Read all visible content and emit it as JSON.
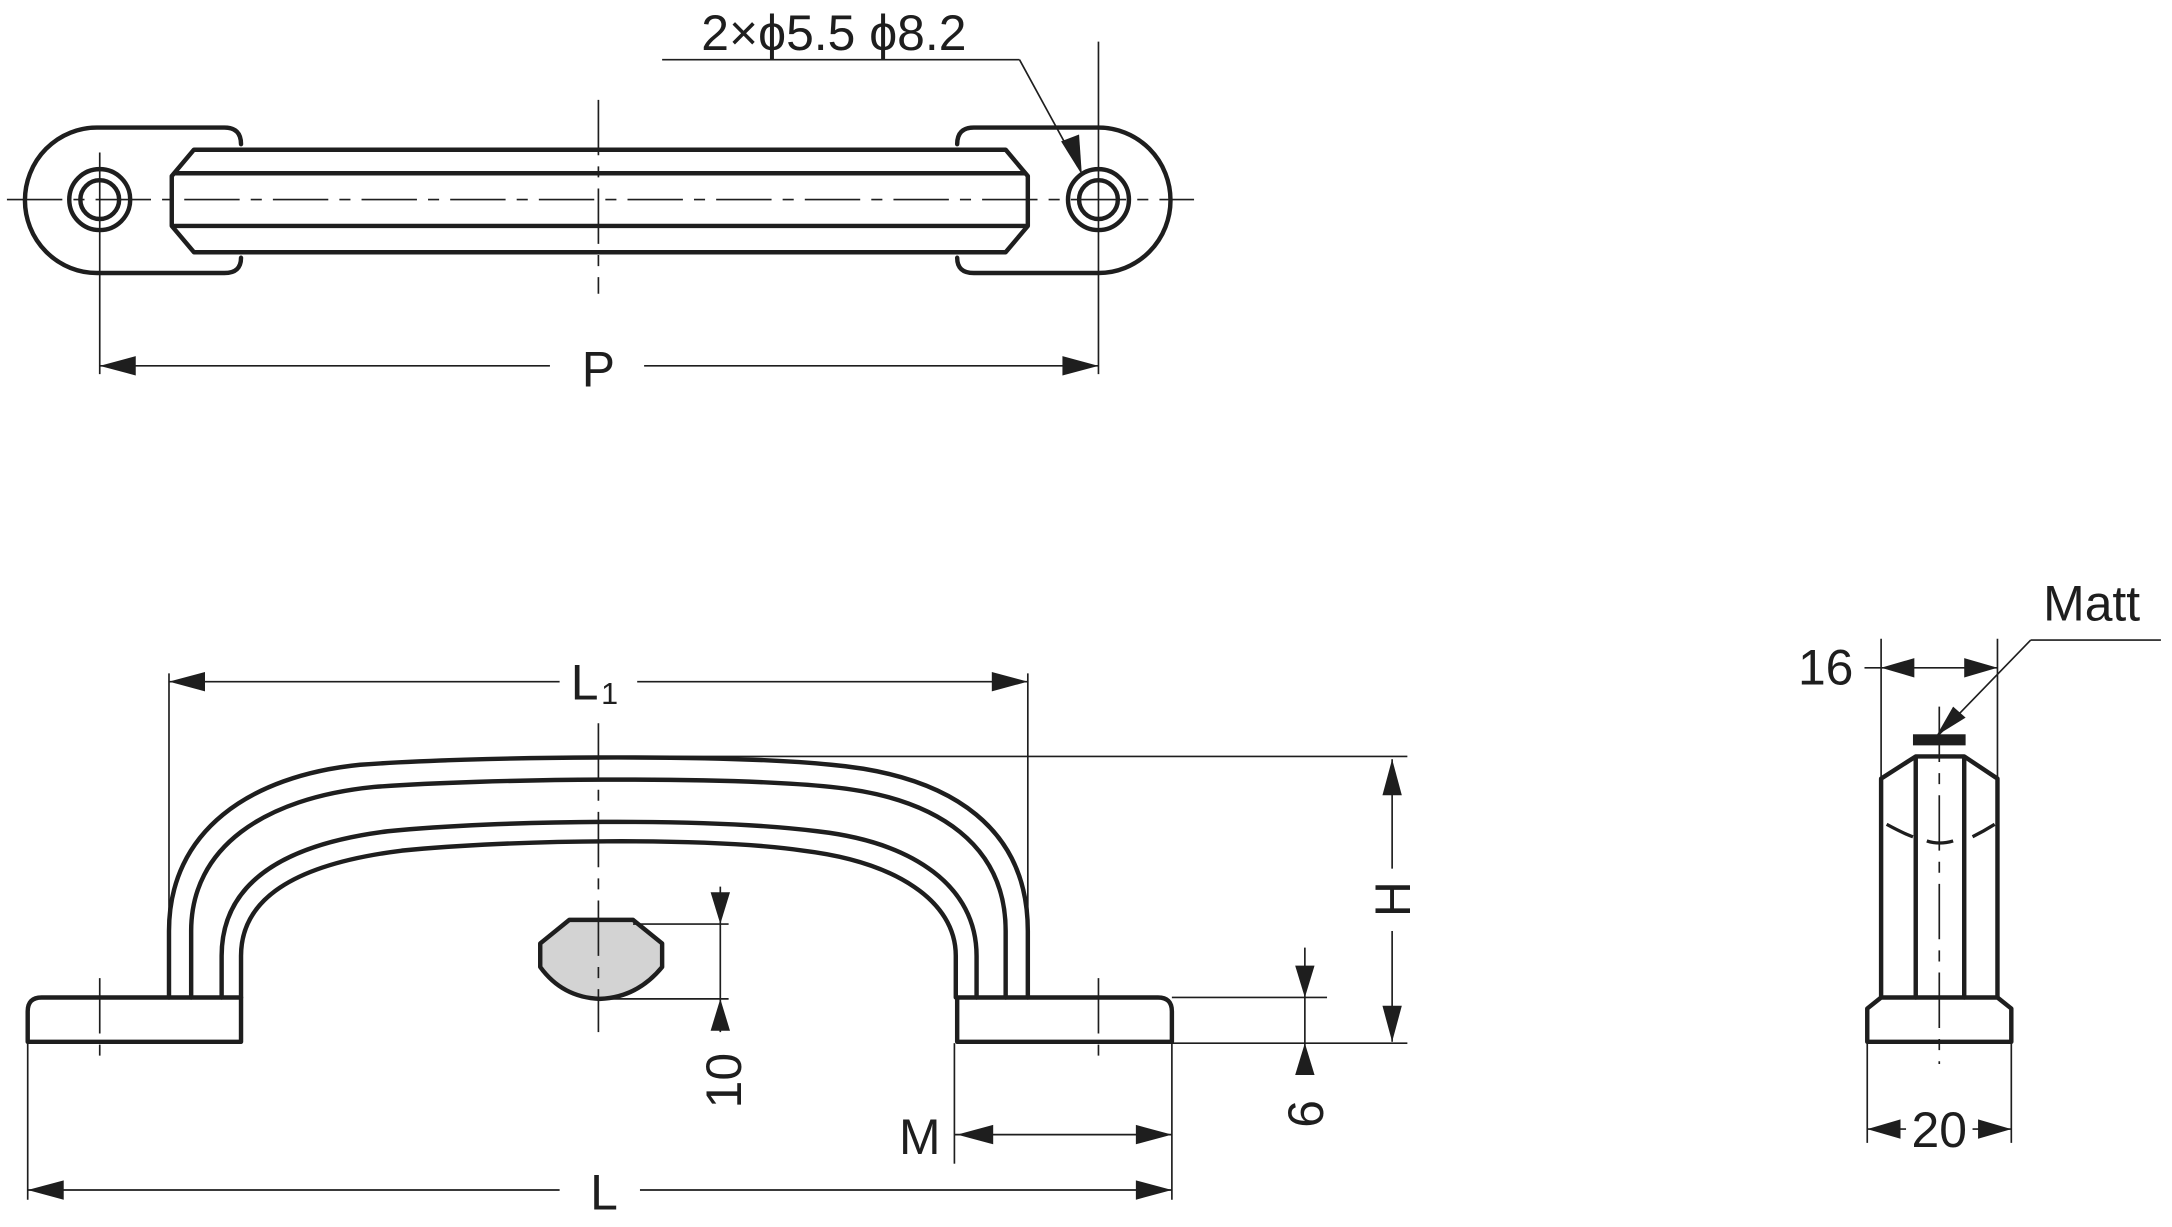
{
  "drawing": {
    "subject": "Handle dimension drawing",
    "colors": {
      "line": "#1e1e1e",
      "section_fill": "#d3d3d3",
      "background": "#ffffff"
    },
    "top_view": {
      "hole_callout": "2×ϕ5.5 ϕ8.2",
      "pitch_label": "P"
    },
    "front_view": {
      "inner_length_label": "L",
      "inner_length_subscript": "1",
      "overall_length_label": "L",
      "height_label": "H",
      "foot_length_label": "M",
      "foot_thickness_value": "6",
      "grip_section_value": "10"
    },
    "side_view": {
      "finish_label": "Matt",
      "top_width_value": "16",
      "base_width_value": "20"
    }
  }
}
